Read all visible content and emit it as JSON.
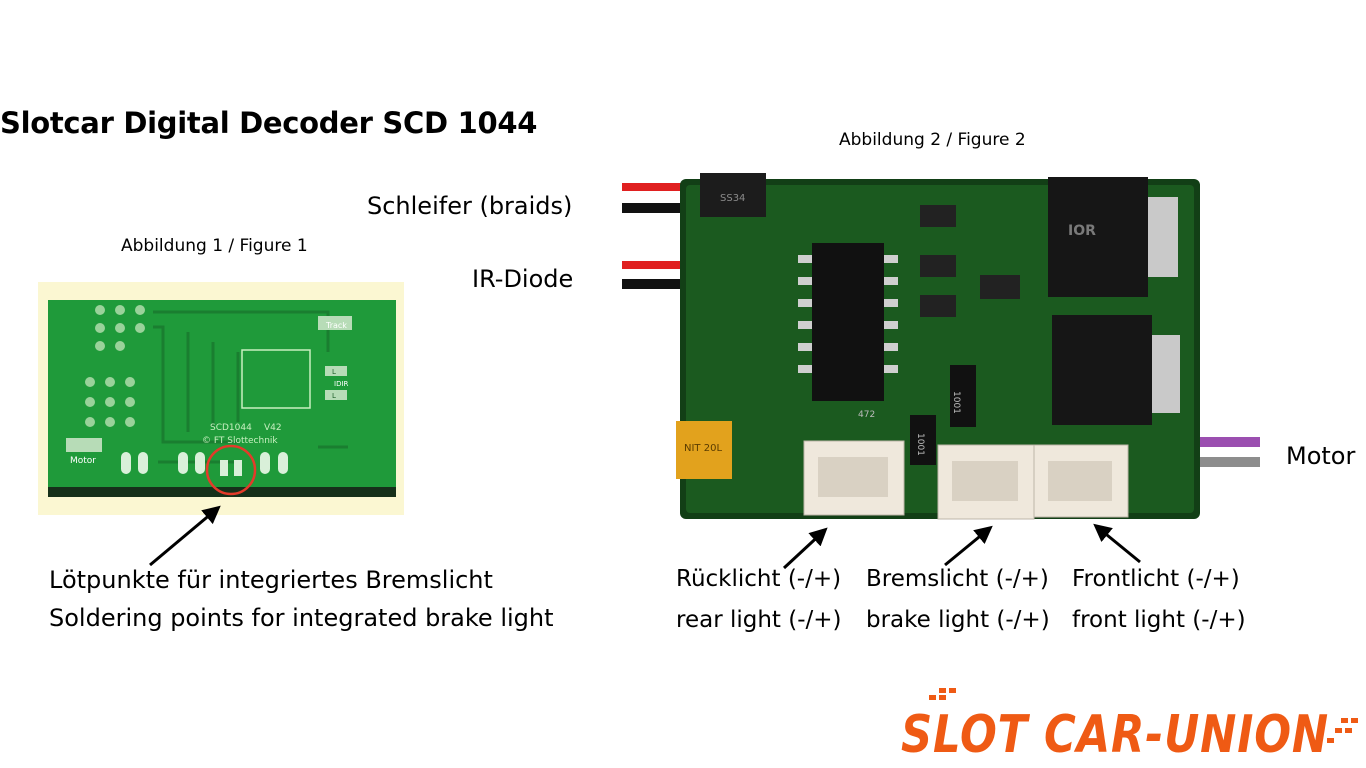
{
  "title": "Slotcar Digital Decoder SCD 1044",
  "figure1": {
    "caption": "Abbildung 1 / Figure 1",
    "pcb_labels": {
      "track": "Track",
      "idir": "IDIR",
      "l1": "L",
      "l2": "L",
      "motor": "Motor",
      "model": "SCD1044",
      "version": "V42",
      "maker": "© FT Slottechnik"
    },
    "note_de": "Lötpunkte für integriertes Bremslicht",
    "note_en": "Soldering points for integrated brake light"
  },
  "figure2": {
    "caption": "Abbildung 2 / Figure 2",
    "labels": {
      "braids": "Schleifer (braids)",
      "ir_diode": "IR-Diode",
      "motor": "Motor",
      "rear_de": "Rücklicht (-/+)",
      "brake_de": "Bremslicht (-/+)",
      "front_de": "Frontlicht (-/+)",
      "rear_en": "rear light (-/+)",
      "brake_en": "brake light (-/+)",
      "front_en": "front light (-/+)"
    },
    "component_marks": {
      "diode": "SS34",
      "resistor1": "1001",
      "resistor2": "1001",
      "cap": "NIT 20L",
      "smd": "472",
      "mosfet": "IOR"
    }
  },
  "logo_text": "SLOT CAR-UNION",
  "colors": {
    "pcb_green": "#1f9a3a",
    "board_dark": "#0f3a14",
    "wire_red": "#e02020",
    "wire_black": "#111111",
    "wire_purple": "#9b4fb0",
    "wire_grey": "#8d8d8d",
    "logo_orange": "#ef5a14"
  }
}
